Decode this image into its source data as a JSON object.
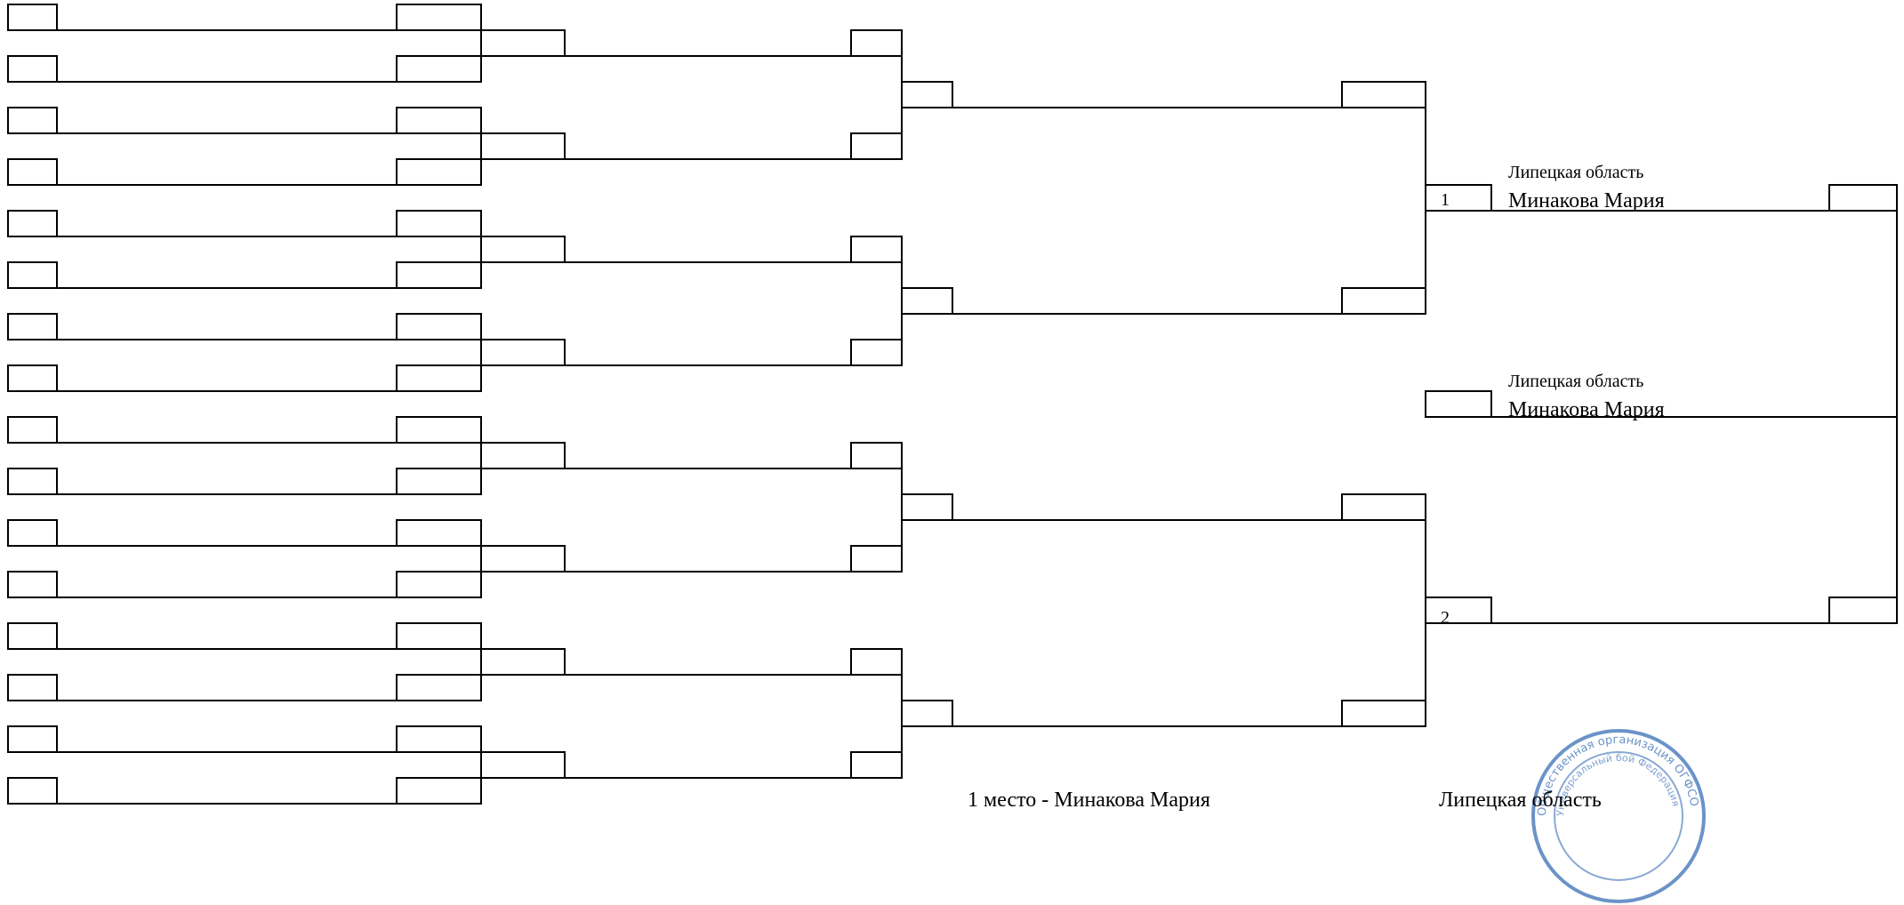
{
  "final": {
    "seed1": "1",
    "seed2": "2",
    "finalist_top": {
      "region": "Липецкая область",
      "name": "Минакова Мария"
    },
    "finalist_bottom": {
      "region": "Липецкая область",
      "name": "Минакова Мария"
    }
  },
  "result": {
    "first_place": "1 место - Минакова Мария",
    "first_place_region": "Липецкая область"
  },
  "stamp": {
    "outer_text": "Общественная организация ОГФСО",
    "inner_text": "Универсальный бой Федерация"
  },
  "colors": {
    "line": "#000000",
    "stamp": "#3a6fb5"
  }
}
